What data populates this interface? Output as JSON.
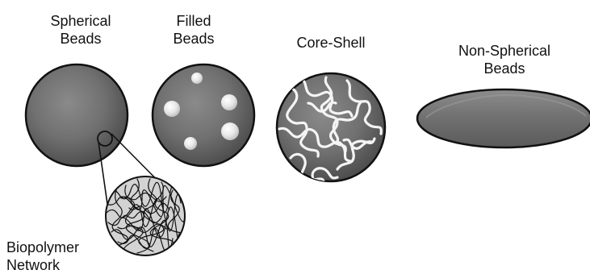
{
  "labels": {
    "spherical": [
      "Spherical",
      "Beads"
    ],
    "filled": [
      "Filled",
      "Beads"
    ],
    "core_shell": [
      "Core-Shell"
    ],
    "non_spherical": [
      "Non-Spherical",
      "Beads"
    ],
    "biopolymer": [
      "Biopolymer",
      "Network"
    ]
  },
  "colors": {
    "bead_fill": "#6a6a6a",
    "bead_shade": "#4b4b4b",
    "bead_outline": "#111111",
    "highlight": "#f2f2f2",
    "network": "#111111",
    "network_bg": "#cfcfcf"
  }
}
